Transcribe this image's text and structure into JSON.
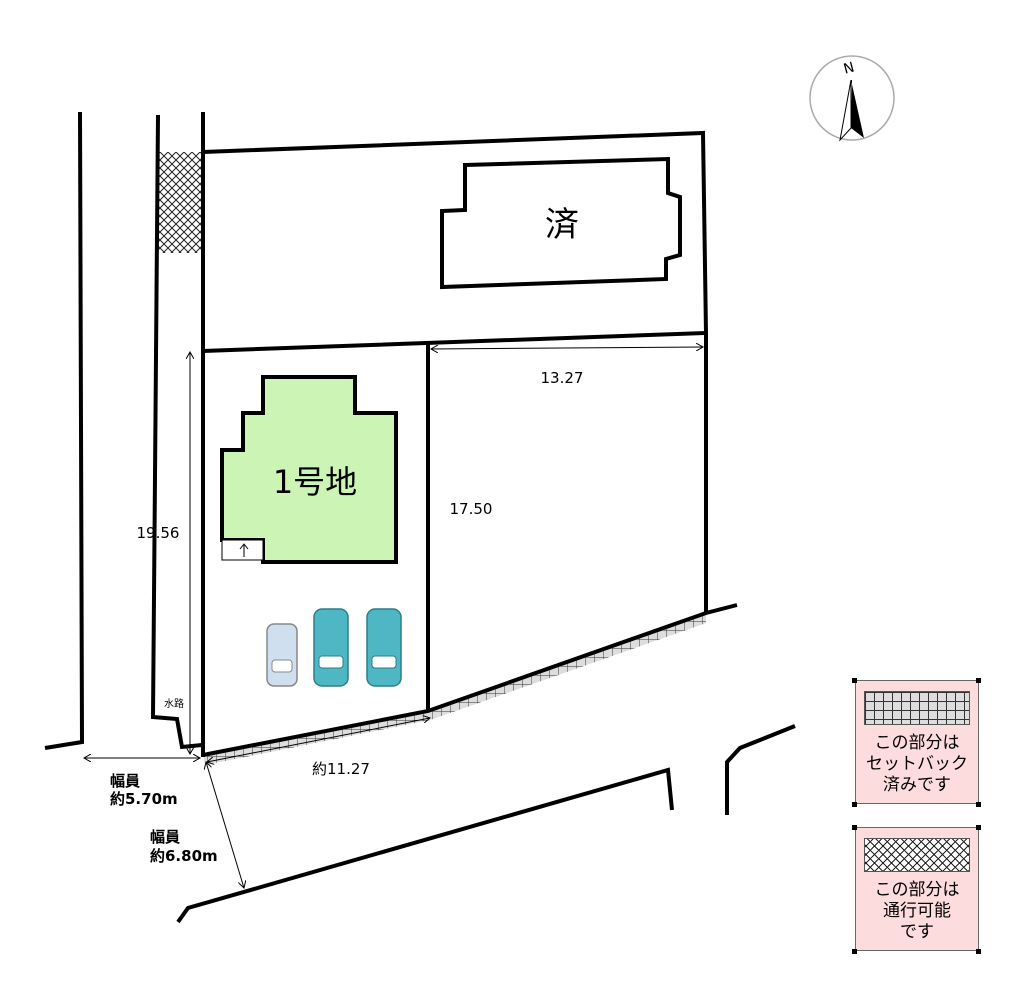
{
  "plot": {
    "label": "1号地",
    "color": "#ccf5b5"
  },
  "sold_building": {
    "label": "済"
  },
  "dimensions": {
    "left_depth": "19.56",
    "right_width": "13.27",
    "right_depth": "17.50",
    "frontage": "約11.27"
  },
  "roads": {
    "west_road": {
      "title": "幅員",
      "width": "約5.70m"
    },
    "south_road": {
      "title": "幅員",
      "width": "約6.80m"
    }
  },
  "waterway": {
    "label": "水路"
  },
  "compass": {
    "label": "N"
  },
  "legend": [
    {
      "pattern": "grid",
      "text": "この部分は\nセットバック\n済みです"
    },
    {
      "pattern": "crosshatch",
      "text": "この部分は\n通行可能\nです"
    }
  ],
  "colors": {
    "legend_bg": "#fcdcdc",
    "car_teal": "#4fb7c4",
    "car_light": "#cfdff0"
  }
}
